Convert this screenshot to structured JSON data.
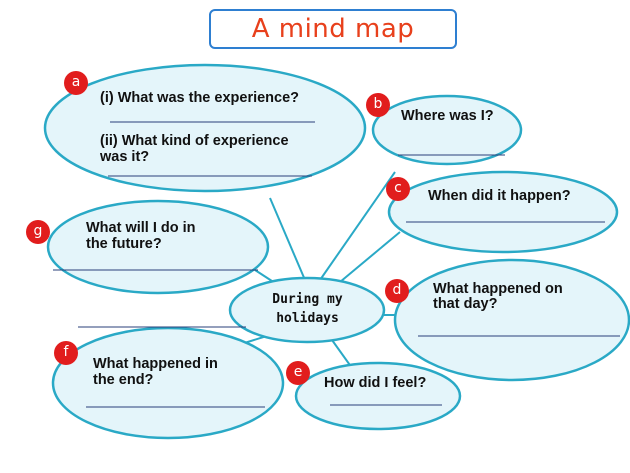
{
  "title": "A mind map",
  "colors": {
    "bubble_fill": "#e4f5fa",
    "bubble_stroke": "#2aa9c6",
    "badge": "#e11d1d",
    "title_text": "#e8401c",
    "title_border": "#2e7fd1"
  },
  "center": {
    "line1": "During my",
    "line2": "holidays"
  },
  "bubbles": [
    {
      "letter": "a",
      "lines": [
        "(i) What was the experience?",
        "(ii) What kind of experience",
        "was it?"
      ]
    },
    {
      "letter": "b",
      "lines": [
        "Where was I?"
      ]
    },
    {
      "letter": "c",
      "lines": [
        "When did it happen?"
      ]
    },
    {
      "letter": "d",
      "lines": [
        "What happened on",
        "that day?"
      ]
    },
    {
      "letter": "e",
      "lines": [
        "How did I feel?"
      ]
    },
    {
      "letter": "f",
      "lines": [
        "What happened in",
        "the end?"
      ]
    },
    {
      "letter": "g",
      "lines": [
        "What will I do in",
        "the future?"
      ]
    }
  ]
}
